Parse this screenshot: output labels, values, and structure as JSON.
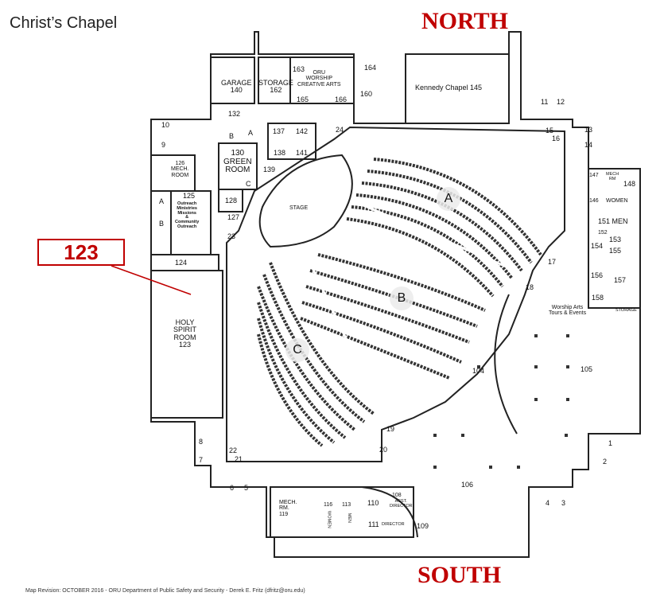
{
  "title": "Christ’s Chapel",
  "compass": {
    "north": "NORTH",
    "south": "SOUTH"
  },
  "callout": "123",
  "footer": "Map Revision: OCTOBER 2016 - ORU Department of Public Safety and Security - Derek E. Fritz (dfritz@oru.edu)",
  "rooms": {
    "garage": "GARAGE\n140",
    "storage": "STORAGE\n162",
    "oru_worship": "ORU\nWORSHIP\nCREATIVE ARTS",
    "r163": "163",
    "r165": "165",
    "r166": "166",
    "r164": "164",
    "r160": "160",
    "kennedy": "Kennedy Chapel  145",
    "r132": "132",
    "rA1": "A",
    "rB1": "B",
    "r137": "137",
    "r142": "142",
    "r138": "138",
    "r141": "141",
    "r139": "139",
    "green_room": "130\nGREEN\nROOM",
    "rC": "C",
    "r128": "128",
    "r127": "127",
    "mech_room": "126\nMECH.\nROOM",
    "r125": "125",
    "outreach": "Outreach\nMinistries\nMissions\n&\nCommunity\nOutreach",
    "rA2": "A",
    "rB2": "B",
    "r124": "124",
    "holy_spirit": "HOLY\nSPIRIT\nROOM\n123",
    "stage": "STAGE",
    "r104": "104",
    "r105": "105",
    "r106": "106",
    "worship_arts": "Worship Arts\nTours & Events",
    "r147": "147",
    "mech_rm_small": "MECH\nRM",
    "r148": "148",
    "r146": "146",
    "women_r": "WOMEN",
    "men_r": "151 MEN",
    "r152": "152",
    "r153": "153",
    "r154": "154",
    "r155": "155",
    "r156": "156",
    "r157": "157",
    "r158": "158",
    "storage_small": "STORAGE",
    "mech_119": "MECH.\nRM.\n119",
    "r116": "116",
    "women_v": "WOMEN",
    "r113": "113",
    "men_v": "MEN",
    "r110": "110",
    "r108": "108",
    "asst_dir": "ASST.\nDIRECTOR",
    "r111": "111",
    "director": "DIRECTOR",
    "r109": "109"
  },
  "doors": [
    "1",
    "2",
    "3",
    "4",
    "5",
    "6",
    "7",
    "8",
    "9",
    "10",
    "11",
    "12",
    "13",
    "14",
    "15",
    "16",
    "17",
    "18",
    "19",
    "20",
    "21",
    "22",
    "23",
    "24"
  ],
  "sections": [
    "A",
    "B",
    "C"
  ]
}
